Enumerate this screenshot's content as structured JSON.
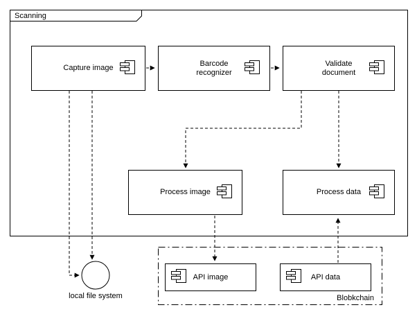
{
  "frame": {
    "label": "Scanning"
  },
  "nodes": {
    "capture_image": {
      "label": "Capture image"
    },
    "barcode_recognizer": {
      "label": "Barcode recognizer"
    },
    "validate_document": {
      "label": "Validate document"
    },
    "process_image": {
      "label": "Process image"
    },
    "process_data": {
      "label": "Process data"
    },
    "api_image": {
      "label": "API image"
    },
    "api_data": {
      "label": "API data"
    }
  },
  "external": {
    "local_file_system": {
      "label": "local file system"
    },
    "blockchain": {
      "label": "Blobkchain"
    }
  },
  "edges": [
    {
      "from": "capture_image",
      "to": "barcode_recognizer",
      "style": "dashed-arrow"
    },
    {
      "from": "barcode_recognizer",
      "to": "validate_document",
      "style": "dashed-arrow"
    },
    {
      "from": "validate_document",
      "to": "process_image",
      "style": "dashed-arrow"
    },
    {
      "from": "validate_document",
      "to": "process_data",
      "style": "dashed-arrow"
    },
    {
      "from": "capture_image",
      "to": "local_file_system",
      "style": "dashed-arrow"
    },
    {
      "from": "capture_image",
      "to": "local_file_system",
      "style": "dashed"
    },
    {
      "from": "process_image",
      "to": "api_image",
      "style": "dashed-arrow"
    },
    {
      "from": "api_data",
      "to": "process_data",
      "style": "dashed-arrow"
    }
  ],
  "colors": {
    "stroke": "#000000",
    "fill": "#ffffff",
    "text": "#000000"
  }
}
